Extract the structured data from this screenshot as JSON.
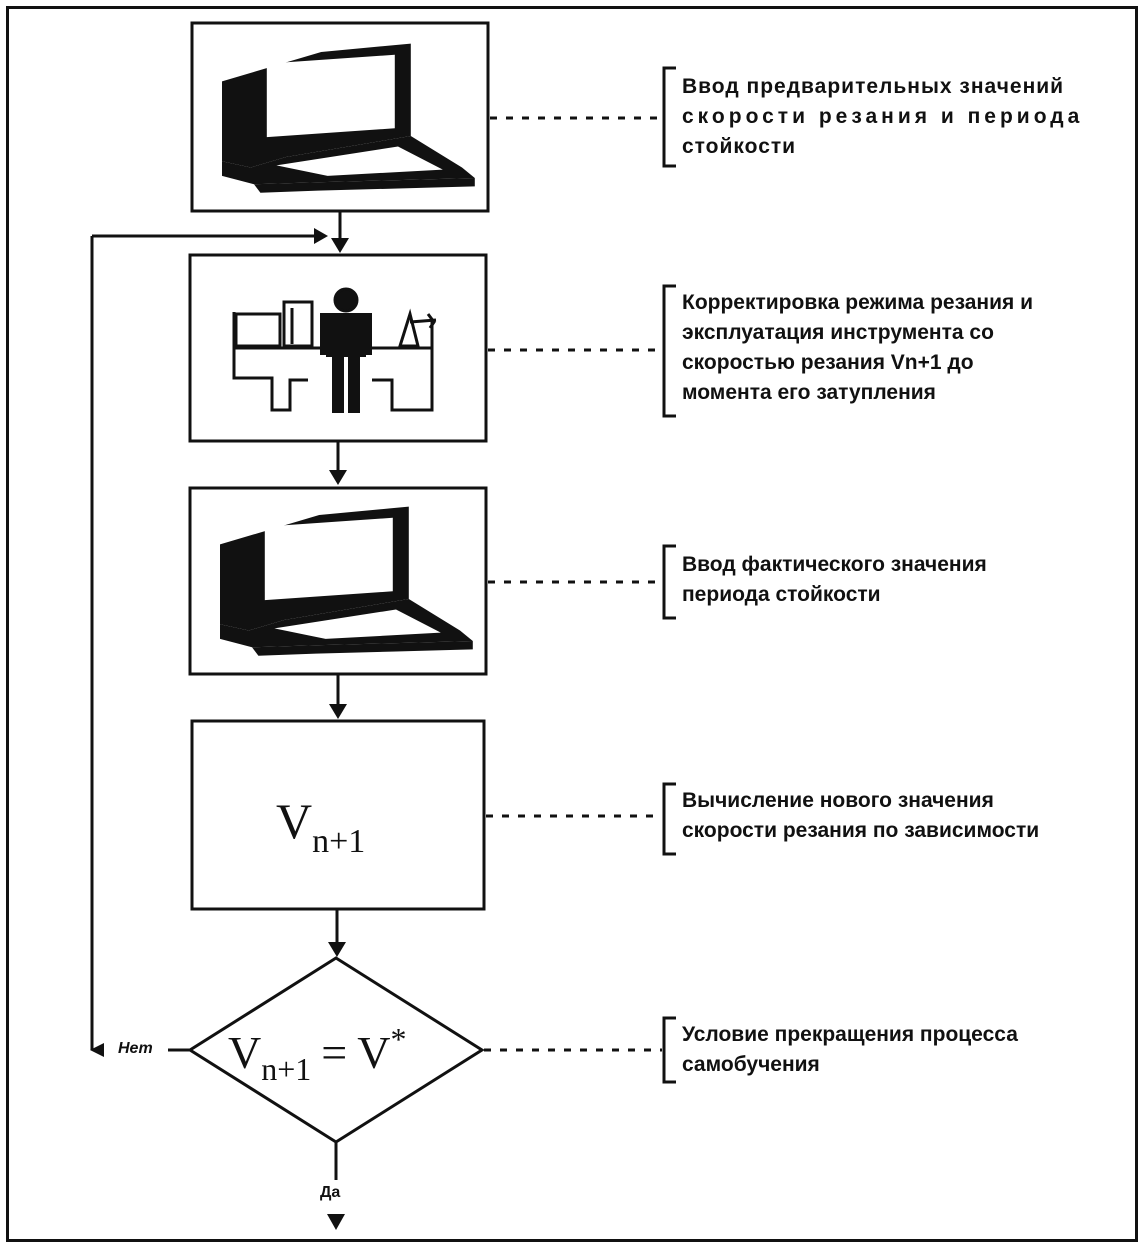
{
  "steps": [
    {
      "icon": "laptop-icon",
      "description_lines": [
        "Ввод предварительных значений",
        "скорости резания и периода",
        "стойкости"
      ]
    },
    {
      "icon": "machine-operator-icon",
      "description_lines": [
        "Корректировка режима резания и",
        "эксплуатация инструмента со",
        "скоростью резания Vn+1 до",
        "момента его затупления"
      ]
    },
    {
      "icon": "laptop-icon",
      "description_lines": [
        "Ввод фактического значения",
        "периода стойкости"
      ]
    },
    {
      "formula": {
        "base": "V",
        "subscript": "n+1"
      },
      "description_lines": [
        "Вычисление нового значения",
        "скорости резания по зависимости"
      ]
    },
    {
      "formula": {
        "base": "V",
        "subscript": "n+1",
        "equals": "=",
        "rhs": "V",
        "rhs_superscript": "*"
      },
      "description_lines": [
        "Условие прекращения процесса",
        "самобучения"
      ]
    }
  ],
  "branch_labels": {
    "no": "Нет",
    "yes": "Да"
  }
}
